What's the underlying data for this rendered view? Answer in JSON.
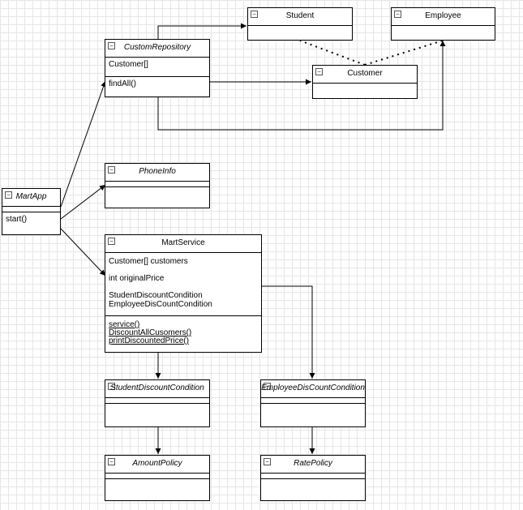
{
  "classes": {
    "student": {
      "name": "Student"
    },
    "employee": {
      "name": "Employee"
    },
    "custom_repository": {
      "name": "CustomRepository",
      "attributes": [
        "Customer[]"
      ],
      "methods": [
        "findAll()"
      ]
    },
    "customer": {
      "name": "Customer"
    },
    "phone_info": {
      "name": "PhoneInfo"
    },
    "mart_app": {
      "name": "MartApp",
      "methods": [
        "start()"
      ]
    },
    "mart_service": {
      "name": "MartService",
      "attributes": [
        "Customer[] customers",
        "int originalPrice",
        "StudentDiscountCondition",
        "EmployeeDisCountCondition"
      ],
      "methods": [
        "service()",
        "DiscountAllCusomers()",
        "printDiscountedPrice()"
      ]
    },
    "student_discount_condition": {
      "name": "StudentDiscountCondition"
    },
    "employee_discount_condition": {
      "name": "EmployeeDisCountCondition"
    },
    "amount_policy": {
      "name": "AmountPolicy"
    },
    "rate_policy": {
      "name": "RatePolicy"
    }
  },
  "toggle_glyph": "−"
}
